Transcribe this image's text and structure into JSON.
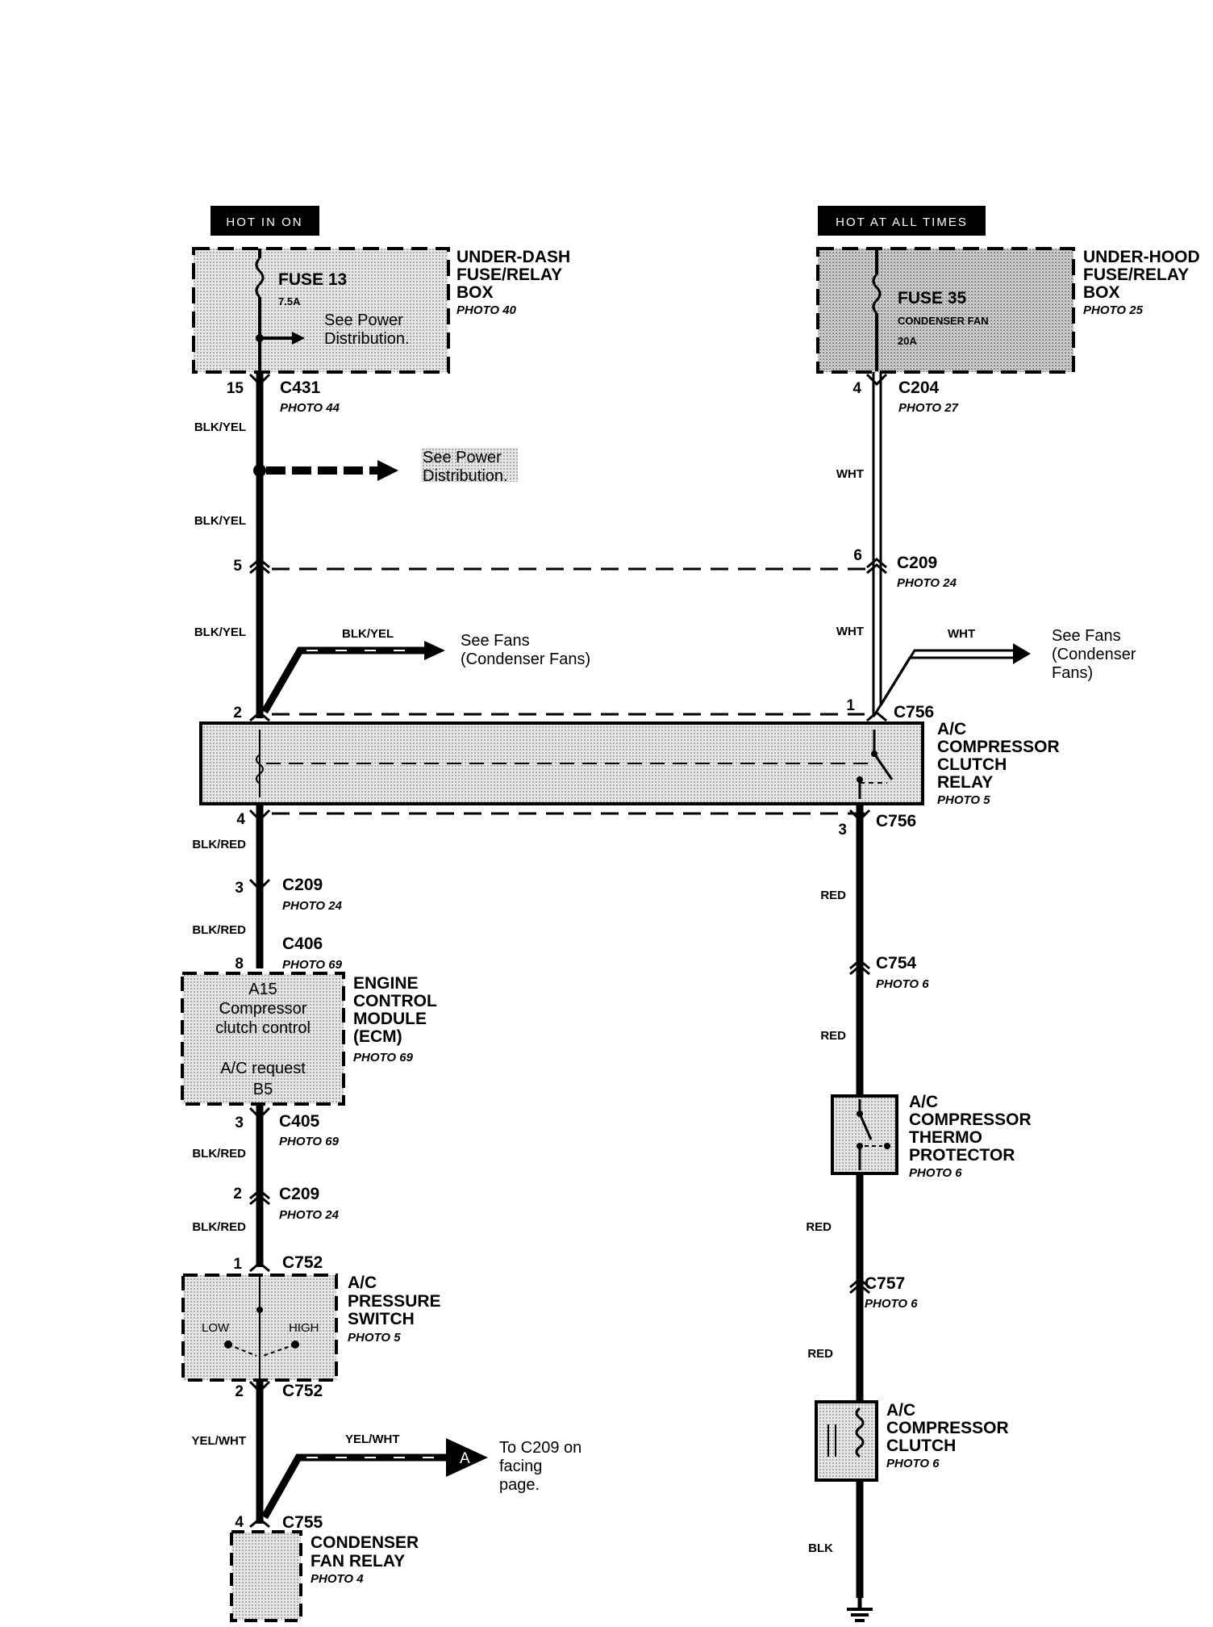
{
  "tags": {
    "hot_in_on": "HOT IN ON",
    "hot_at_all_times": "HOT AT ALL TIMES"
  },
  "under_dash": {
    "title": [
      "UNDER-DASH",
      "FUSE/RELAY",
      "BOX"
    ],
    "photo": "PHOTO 40",
    "fuse": "FUSE 13",
    "amps": "7.5A",
    "see": [
      "See Power",
      "Distribution."
    ]
  },
  "under_hood": {
    "title": [
      "UNDER-HOOD",
      "FUSE/RELAY",
      "BOX"
    ],
    "photo": "PHOTO 25",
    "fuse": "FUSE 35",
    "desc": "CONDENSER FAN",
    "amps": "20A"
  },
  "connectors": {
    "c431": {
      "pin": "15",
      "name": "C431",
      "photo": "PHOTO 44"
    },
    "c204": {
      "pin": "4",
      "name": "C204",
      "photo": "PHOTO 27"
    },
    "c209a": {
      "pin": "6",
      "name": "C209",
      "photo": "PHOTO 24"
    },
    "c209a_left_pin": "5",
    "c756a": {
      "pin": "1",
      "name": "C756"
    },
    "c756a_left_pin": "2",
    "c756b": {
      "pin": "3",
      "name": "C756"
    },
    "c756b_left_pin": "4",
    "c209b": {
      "pin": "3",
      "name": "C209",
      "photo": "PHOTO 24"
    },
    "c406": {
      "pin": "8",
      "name": "C406",
      "photo": "PHOTO 69"
    },
    "c405": {
      "pin": "3",
      "name": "C405",
      "photo": "PHOTO 69"
    },
    "c209c": {
      "pin": "2",
      "name": "C209",
      "photo": "PHOTO 24"
    },
    "c752a": {
      "pin": "1",
      "name": "C752"
    },
    "c752b": {
      "pin": "2",
      "name": "C752"
    },
    "c755": {
      "pin": "4",
      "name": "C755"
    },
    "c754": {
      "name": "C754",
      "photo": "PHOTO 6"
    },
    "c757": {
      "name": "C757",
      "photo": "PHOTO 6"
    }
  },
  "wires": {
    "blk_yel": "BLK/YEL",
    "wht": "WHT",
    "blk_red": "BLK/RED",
    "red": "RED",
    "yel_wht": "YEL/WHT",
    "blk": "BLK"
  },
  "see_power": [
    "See Power",
    "Distribution."
  ],
  "see_fans_left": [
    "See Fans",
    "(Condenser Fans)"
  ],
  "see_fans_right": [
    "See Fans",
    "(Condenser",
    "Fans)"
  ],
  "relay": {
    "title": [
      "A/C",
      "COMPRESSOR",
      "CLUTCH",
      "RELAY"
    ],
    "photo": "PHOTO 5"
  },
  "ecm": {
    "title": [
      "ENGINE",
      "CONTROL",
      "MODULE",
      "(ECM)"
    ],
    "photo": "PHOTO 69",
    "a15": "A15",
    "comp": [
      "Compressor",
      "clutch control"
    ],
    "req": "A/C request",
    "b5": "B5"
  },
  "pressure_switch": {
    "title": [
      "A/C",
      "PRESSURE",
      "SWITCH"
    ],
    "photo": "PHOTO 5",
    "low": "LOW",
    "high": "HIGH"
  },
  "fan_relay": {
    "title": [
      "CONDENSER",
      "FAN RELAY"
    ],
    "photo": "PHOTO 4"
  },
  "to_c209": {
    "badge": "A",
    "text": [
      "To C209 on",
      "facing",
      "page."
    ]
  },
  "thermo": {
    "title": [
      "A/C",
      "COMPRESSOR",
      "THERMO",
      "PROTECTOR"
    ],
    "photo": "PHOTO 6"
  },
  "clutch": {
    "title": [
      "A/C",
      "COMPRESSOR",
      "CLUTCH"
    ],
    "photo": "PHOTO 6"
  }
}
